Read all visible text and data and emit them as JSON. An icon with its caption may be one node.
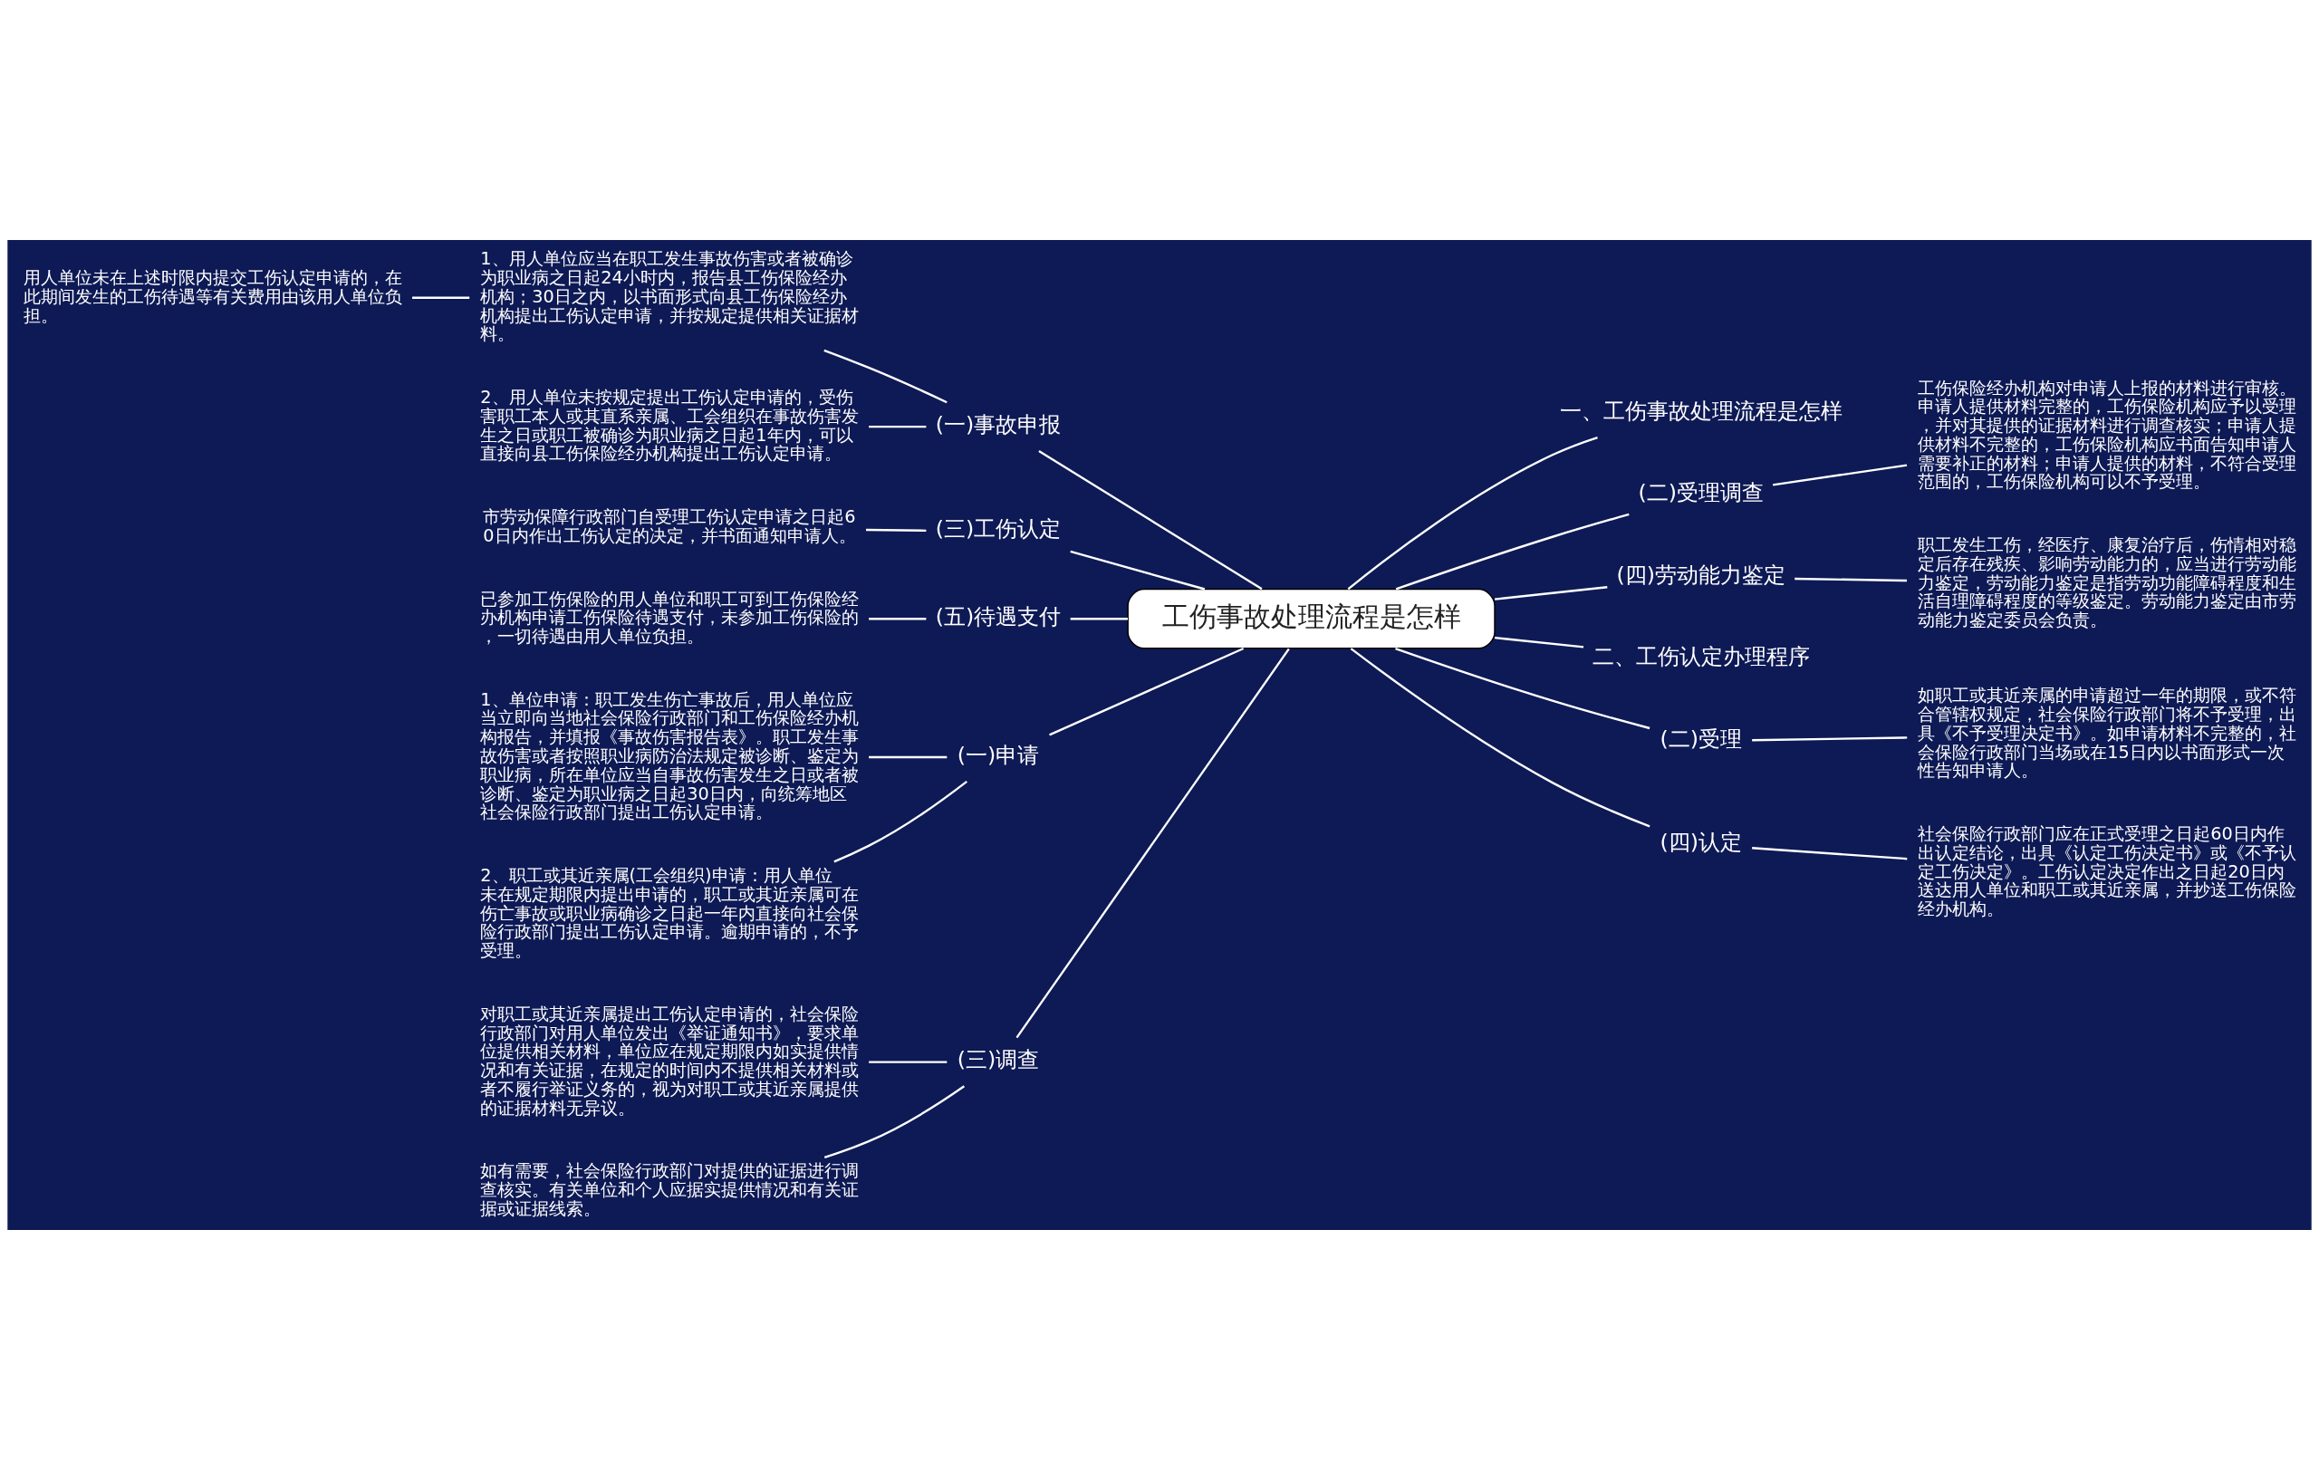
{
  "diagram": {
    "nodes": [
      {
        "text": [
          "工伤事故处理流程是怎样"
        ]
      },
      {
        "text": [
          "(一)事故申报"
        ]
      },
      {
        "text": [
          "1、用人单位应当在职工发生事故伤害或者被确诊为职业病之日起24小时内，报告县工伤保险经办机构；30日之内，以书面形式向县工伤保险经办机构提出工伤认定申请，并按规定提供相关证据材料。"
        ]
      },
      {
        "text": [
          "用人单位未在上述时限内提交工伤认定申请的，在此期间发生的工伤待遇等有关费用由该用人单位负担。"
        ]
      },
      {
        "text": [
          "2、用人单位未按规定提出工伤认定申请的，受伤害职工本人或其直系亲属、工会组织在事故伤害发生之日或职工被确诊为职业病之日起1年内，可以直接向县工伤保险经办机构提出工伤认定申请。"
        ]
      },
      {
        "text": [
          "(三)工伤认定"
        ]
      },
      {
        "text": [
          "市劳动保障行政部门自受理工伤认定申请之日起60日内作出工伤认定的决定，并书面通知申请人。"
        ]
      },
      {
        "text": [
          "(五)待遇支付"
        ]
      },
      {
        "text": [
          "已参加工伤保险的用人单位和职工可到工伤保险经办机构申请工伤保险待遇支付，未参加工伤保险的，一切待遇由用人单位负担。"
        ]
      },
      {
        "text": [
          "(一)申请"
        ]
      },
      {
        "text": [
          "1、单位申请：职工发生伤亡事故后，用人单位应当立即向当地社会保险行政部门和工伤保险经办机构报告，并填报《事故伤害报告表》。职工发生事故伤害或者按照职业病防治法规定被诊断、鉴定为职业病，所在单位应当自事故伤害发生之日或者被诊断、鉴定为职业病之日起30日内，向统筹地区社会保险行政部门提出工伤认定申请。"
        ]
      },
      {
        "text": [
          "2、职工或其近亲属(工会组织)申请：用人单位未在规定期限内提出申请的，职工或其近亲属可在伤亡事故或职业病确诊之日起一年内直接向社会保险行政部门提出工伤认定申请。逾期申请的，不予受理。"
        ]
      },
      {
        "text": [
          "(三)调查"
        ]
      },
      {
        "text": [
          "对职工或其近亲属提出工伤认定申请的，社会保险行政部门对用人单位发出《举证通知书》，要求单位提供相关材料，单位应在规定期限内如实提供情况和有关证据，在规定的时间内不提供相关材料或者不履行举证义务的，视为对职工或其近亲属提供的证据材料无异议。"
        ]
      },
      {
        "text": [
          "如有需要，社会保险行政部门对提供的证据进行调查核实。有关单位和个人应据实提供情况和有关证据或证据线索。"
        ]
      },
      {
        "text": [
          "一、工伤事故处理流程是怎样"
        ]
      },
      {
        "text": [
          "(二)受理调查"
        ]
      },
      {
        "text": [
          "工伤保险经办机构对申请人上报的材料进行审核。申请人提供材料完整的，工伤保险机构应予以受理，并对其提供的证据材料进行调查核实；申请人提供材料不完整的，工伤保险机构应书面告知申请人需要补正的材料；申请人提供的材料，不符合受理范围的，工伤保险机构可以不予受理。"
        ]
      },
      {
        "text": [
          "(四)劳动能力鉴定"
        ]
      },
      {
        "text": [
          "职工发生工伤，经医疗、康复治疗后，伤情相对稳定后存在残疾、影响劳动能力的，应当进行劳动能力鉴定，劳动能力鉴定是指劳动功能障碍程度和生活自理障碍程度的等级鉴定。劳动能力鉴定由市劳动能力鉴定委员会负责。"
        ]
      },
      {
        "text": [
          "二、工伤认定办理程序"
        ]
      },
      {
        "text": [
          "(二)受理"
        ]
      },
      {
        "text": [
          "如职工或其近亲属的申请超过一年的期限，或不符合管辖权规定，社会保险行政部门将不予受理，出具《不予受理决定书》。如申请材料不完整的，社会保险行政部门当场或在15日内以书面形式一次性告知申请人。"
        ]
      },
      {
        "text": [
          "(四)认定"
        ]
      },
      {
        "text": [
          "社会保险行政部门应在正式受理之日起60日内作出认定结论，出具《认定工伤决定书》或《不予认定工伤决定》。工伤认定决定作出之日起20日内送达用人单位和职工或其近亲属，并抄送工伤保险经办机构。"
        ]
      }
    ],
    "edges": [
      {
        "from": 0,
        "to": 1,
        "arrow": "none"
      },
      {
        "from": 1,
        "to": 2,
        "arrow": "none"
      },
      {
        "from": 2,
        "to": 3,
        "arrow": "none"
      },
      {
        "from": 1,
        "to": 4,
        "arrow": "none"
      },
      {
        "from": 0,
        "to": 5,
        "arrow": "none"
      },
      {
        "from": 5,
        "to": 6,
        "arrow": "none"
      },
      {
        "from": 0,
        "to": 7,
        "arrow": "none"
      },
      {
        "from": 7,
        "to": 8,
        "arrow": "none"
      },
      {
        "from": 0,
        "to": 9,
        "arrow": "none"
      },
      {
        "from": 9,
        "to": 10,
        "arrow": "none"
      },
      {
        "from": 9,
        "to": 11,
        "arrow": "none"
      },
      {
        "from": 0,
        "to": 12,
        "arrow": "none"
      },
      {
        "from": 12,
        "to": 13,
        "arrow": "none"
      },
      {
        "from": 12,
        "to": 14,
        "arrow": "none"
      },
      {
        "from": 0,
        "to": 15,
        "arrow": "none"
      },
      {
        "from": 0,
        "to": 16,
        "arrow": "none"
      },
      {
        "from": 16,
        "to": 17,
        "arrow": "none"
      },
      {
        "from": 0,
        "to": 18,
        "arrow": "none"
      },
      {
        "from": 18,
        "to": 19,
        "arrow": "none"
      },
      {
        "from": 0,
        "to": 20,
        "arrow": "none"
      },
      {
        "from": 0,
        "to": 21,
        "arrow": "none"
      },
      {
        "from": 21,
        "to": 22,
        "arrow": "none"
      },
      {
        "from": 0,
        "to": 23,
        "arrow": "none"
      },
      {
        "from": 23,
        "to": 24,
        "arrow": "none"
      }
    ]
  }
}
